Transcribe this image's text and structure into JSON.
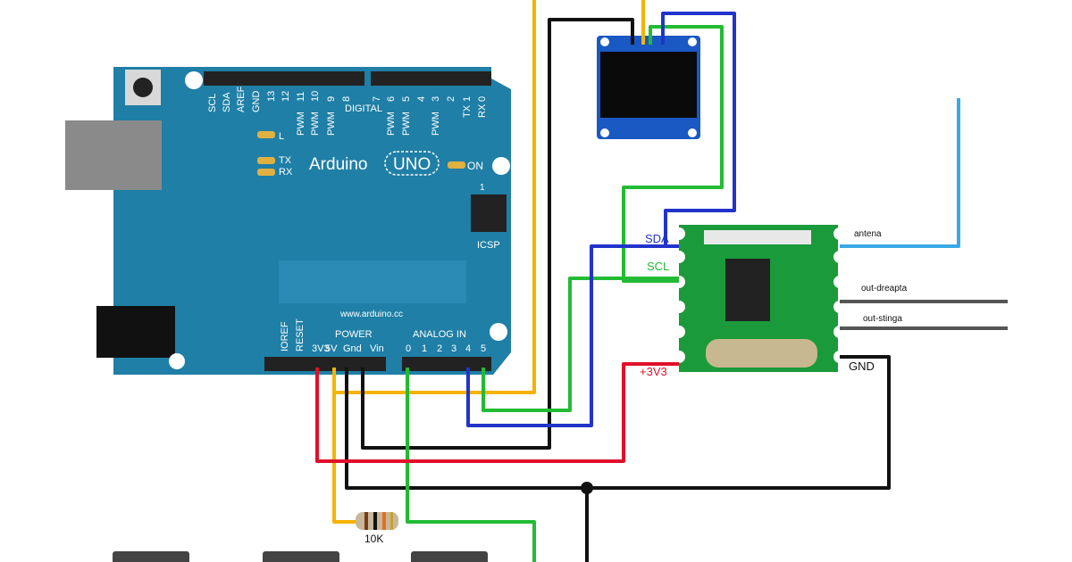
{
  "board": {
    "brand": "Arduino",
    "model": "UNO",
    "website": "www.arduino.cc",
    "on_label": "ON",
    "led_l": "L",
    "led_tx": "TX",
    "led_rx": "RX",
    "icsp": "ICSP",
    "icsp_num": "1",
    "digital_label": "DIGITAL",
    "power_label": "POWER",
    "analog_label": "ANALOG IN",
    "top_pins": [
      "SCL",
      "SDA",
      "AREF",
      "GND",
      "13",
      "12",
      "11",
      "10",
      "9",
      "8",
      "7",
      "6",
      "5",
      "4",
      "3",
      "2",
      "1",
      "0"
    ],
    "pwm_label": "PWM",
    "tx_label": "TX",
    "rx_label": "RX",
    "bottom_power_pins": [
      "IOREF",
      "RESET",
      "3V3",
      "5V",
      "Gnd",
      "Vin"
    ],
    "analog_pins": [
      "0",
      "1",
      "2",
      "3",
      "4",
      "5"
    ]
  },
  "radio": {
    "sda": "SDA",
    "scl": "SCL",
    "vcc": "+3V3",
    "gnd": "GND",
    "antenna": "antena",
    "out_right": "out-dreapta",
    "out_left": "out-stinga"
  },
  "resistor_label": "10K",
  "colors": {
    "board": "#1f7fa6",
    "wire_orange": "#f5b300",
    "wire_black": "#111111",
    "wire_green": "#22bb33",
    "wire_blue": "#2233cc",
    "wire_red": "#e0102a",
    "wire_lightblue": "#3aa9e8",
    "wire_gray": "#555555"
  }
}
